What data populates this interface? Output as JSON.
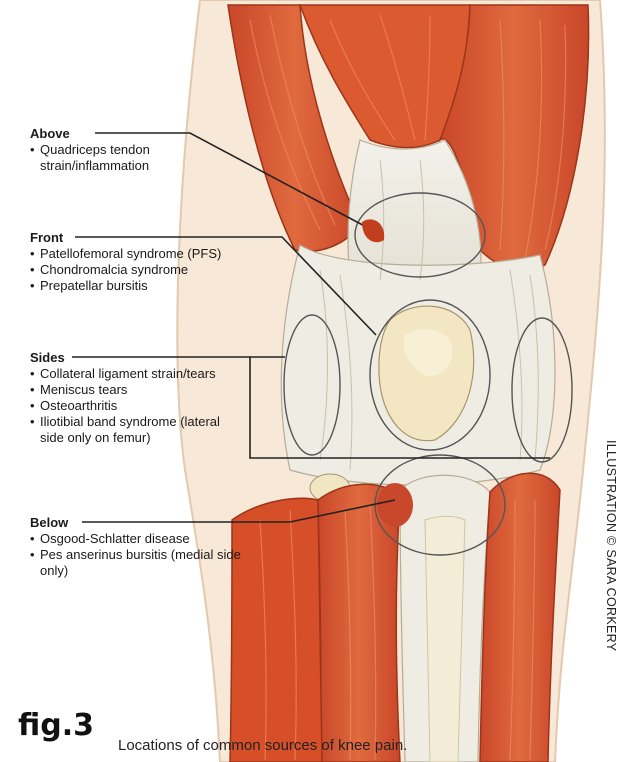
{
  "figure": {
    "number": "fig.3",
    "caption": "Locations of common sources of knee pain.",
    "credit": "ILLUSTRATION © SARA CORKERY"
  },
  "regions": [
    {
      "heading": "Above",
      "items": [
        "Quadriceps tendon strain/inflammation"
      ]
    },
    {
      "heading": "Front",
      "items": [
        "Patellofemoral syndrome (PFS)",
        "Chondromalcia syndrome",
        "Prepatellar bursitis"
      ]
    },
    {
      "heading": "Sides",
      "items": [
        "Collateral ligament strain/tears",
        "Meniscus tears",
        "Osteoarthritis",
        "Iliotibial band syndrome (lateral side only on femur)"
      ]
    },
    {
      "heading": "Below",
      "items": [
        "Osgood-Schlatter disease",
        "Pes anserinus bursitis (medial side only)"
      ]
    }
  ],
  "colors": {
    "muscle": "#d9552e",
    "muscle_dark": "#b8401f",
    "tendon": "#ece8dc",
    "bone": "#f1e6c4",
    "outline": "#555555",
    "skin": "#f6e3cf"
  }
}
